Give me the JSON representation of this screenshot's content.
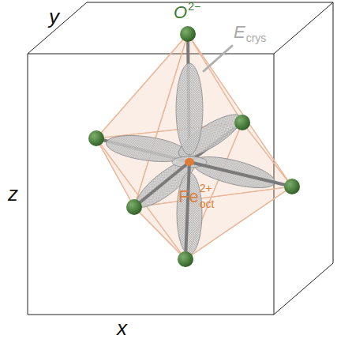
{
  "diagram": {
    "labels": [
      "y",
      "O",
      "2−",
      "E",
      "crys",
      "z",
      "Fe",
      "2+",
      "oct",
      "x"
    ]
  }
}
